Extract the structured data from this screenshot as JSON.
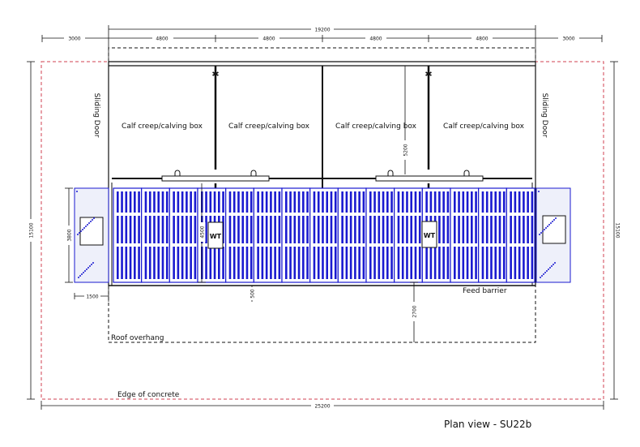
{
  "dimensions": {
    "overall_width": "19200",
    "bay_widths": [
      "4800",
      "4800",
      "4800",
      "4800"
    ],
    "left_margin": "3000",
    "right_margin": "3000",
    "total_width": "25200",
    "total_depth_left": "15100",
    "total_depth_right": "15100",
    "slat_depth": "3800",
    "pen_depth": "4500",
    "box_depth": "5200",
    "barrier_offset": "500",
    "side_offset": "1500",
    "overhang_depth": "2700"
  },
  "labels": {
    "boxes": [
      "Calf creep/calving box",
      "Calf creep/calving box",
      "Calf creep/calving box",
      "Calf creep/calving box"
    ],
    "sliding_door_left": "Sliding Door",
    "sliding_door_right": "Sliding Door",
    "water_trough_left": "WT",
    "water_trough_right": "WT",
    "feed_barrier": "Feed barrier",
    "roof_overhang": "Roof overhang",
    "edge_of_concrete": "Edge of concrete",
    "title": "Plan view - SU22b"
  },
  "slats": {
    "panel_count": 15
  },
  "colors": {
    "slat": "#1a1ad0",
    "concrete_edge": "#d04050",
    "line": "#111111"
  }
}
